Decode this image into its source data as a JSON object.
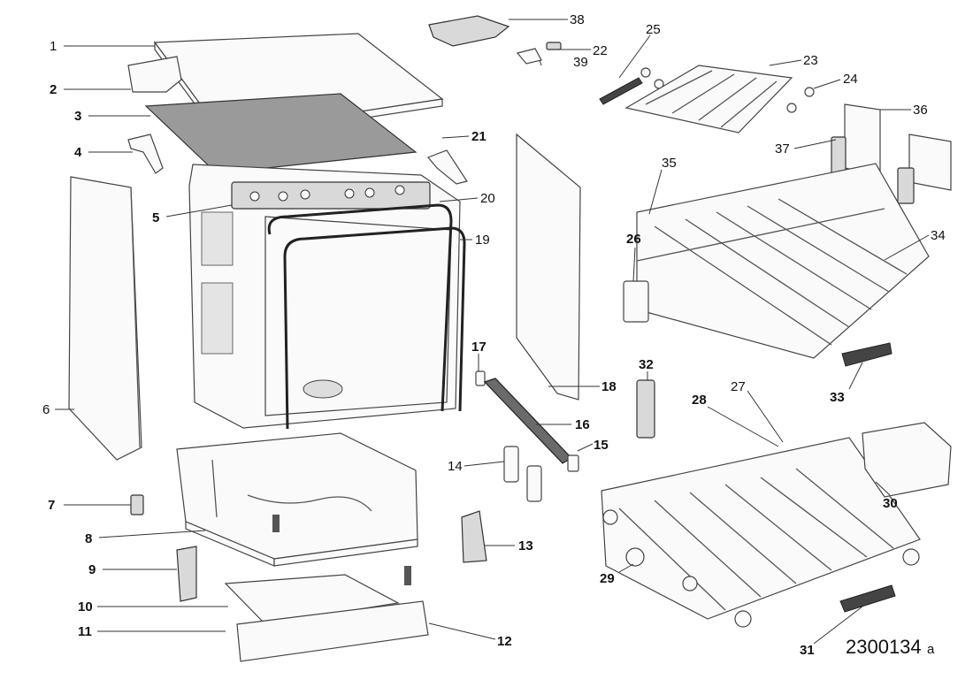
{
  "diagram": {
    "document_number": "2300134",
    "document_suffix": "a",
    "callouts": [
      {
        "id": "1",
        "text": "1"
      },
      {
        "id": "2",
        "text": "2"
      },
      {
        "id": "3",
        "text": "3"
      },
      {
        "id": "4",
        "text": "4"
      },
      {
        "id": "5",
        "text": "5"
      },
      {
        "id": "6",
        "text": "6"
      },
      {
        "id": "7",
        "text": "7"
      },
      {
        "id": "8",
        "text": "8"
      },
      {
        "id": "9",
        "text": "9"
      },
      {
        "id": "10",
        "text": "10"
      },
      {
        "id": "11",
        "text": "11"
      },
      {
        "id": "12",
        "text": "12"
      },
      {
        "id": "13",
        "text": "13"
      },
      {
        "id": "14",
        "text": "14"
      },
      {
        "id": "15",
        "text": "15"
      },
      {
        "id": "16",
        "text": "16"
      },
      {
        "id": "17",
        "text": "17"
      },
      {
        "id": "18",
        "text": "18"
      },
      {
        "id": "19",
        "text": "19"
      },
      {
        "id": "20",
        "text": "20"
      },
      {
        "id": "21",
        "text": "21"
      },
      {
        "id": "22",
        "text": "22"
      },
      {
        "id": "23",
        "text": "23"
      },
      {
        "id": "24",
        "text": "24"
      },
      {
        "id": "25",
        "text": "25"
      },
      {
        "id": "26",
        "text": "26"
      },
      {
        "id": "27",
        "text": "27"
      },
      {
        "id": "28",
        "text": "28"
      },
      {
        "id": "29",
        "text": "29"
      },
      {
        "id": "30",
        "text": "30"
      },
      {
        "id": "31",
        "text": "31"
      },
      {
        "id": "32",
        "text": "32"
      },
      {
        "id": "33",
        "text": "33"
      },
      {
        "id": "34",
        "text": "34"
      },
      {
        "id": "35",
        "text": "35"
      },
      {
        "id": "36",
        "text": "36"
      },
      {
        "id": "37",
        "text": "37"
      },
      {
        "id": "38",
        "text": "38"
      },
      {
        "id": "39",
        "text": "39"
      }
    ]
  }
}
